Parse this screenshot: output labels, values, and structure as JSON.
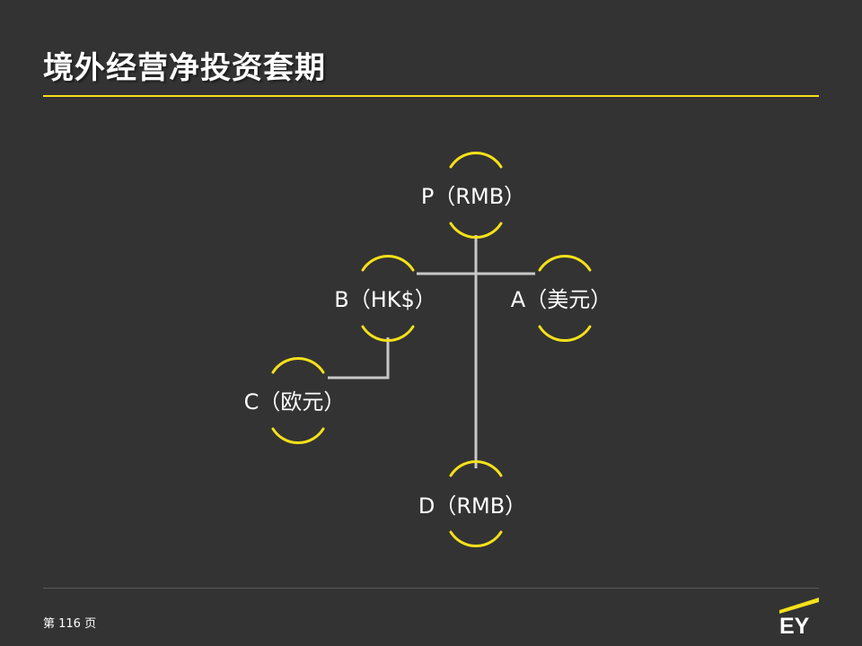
{
  "slide": {
    "title": "境外经营净投资套期",
    "page_label": "第 116 页"
  },
  "logo": {
    "text": "EY"
  },
  "colors": {
    "background": "#333333",
    "accent": "#f5e11a",
    "connector": "#c8c8c8",
    "text": "#ffffff"
  },
  "diagram": {
    "nodes": {
      "p": {
        "label": "P（RMB）"
      },
      "b": {
        "label": "B（HK$）"
      },
      "a": {
        "label": "A（美元）"
      },
      "c": {
        "label": "C（欧元）"
      },
      "d": {
        "label": "D（RMB）"
      }
    }
  }
}
